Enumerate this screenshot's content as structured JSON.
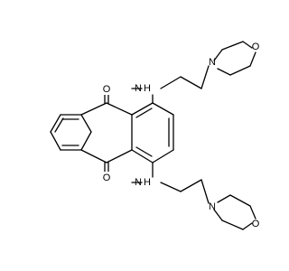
{
  "molecule": {
    "atoms": {
      "O_ketone_top": "O",
      "O_ketone_bottom": "O",
      "N_amine_top": "N",
      "H_amine_top": "H",
      "N_amine_bottom": "N",
      "H_amine_bottom": "H",
      "N_morpholine_top": "N",
      "O_morpholine_top": "O",
      "N_morpholine_bottom": "N",
      "O_morpholine_bottom": "O"
    }
  }
}
